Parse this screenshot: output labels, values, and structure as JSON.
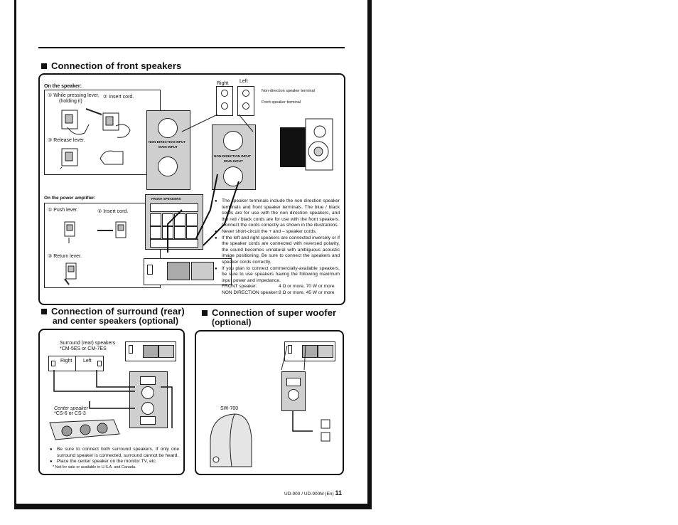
{
  "front": {
    "title": "Connection of front speakers",
    "on_speaker": "On the speaker:",
    "step1": "① While pressing lever,",
    "step1b": "(holding it)",
    "step2": "② Insert cord.",
    "step3": "③ Release lever.",
    "on_amp": "On the power amplifier:",
    "amp1": "① Push lever.",
    "amp2": "② Insert cord.",
    "amp3": "③ Return lever.",
    "right": "Right",
    "left": "Left",
    "nondir_terminal": "Non-direction speaker terminal",
    "front_terminal": "Front speaker terminal",
    "nondir_input": "NON-DIRECTION INPUT",
    "main_input": "MAIN INPUT",
    "front_label": "FRONT SPEAKERS",
    "bullets": [
      "The speaker terminals include the non direction speaker terminals and front speaker terminals. The blue / black cords are for use with the non direction speakers, and the red / black cords are for use with the front speakers. Connect the cords correctly as shown in the illustrations.",
      "Never short-circuit the + and – speaker cords.",
      "If the left and right speakers are connected inversely or if the speaker cords are connected with reversed polarity, the sound becomes unnatural with ambiguous acoustic image positioning. Be sure to connect the speakers and speaker cords correctly.",
      "If you plan to connect commercially-available speakers, be sure to use speakers having the following maximum input power and impedance."
    ],
    "spec_front_label": "FRONT speaker:",
    "spec_front_value": "4 Ω or more, 70 W or more",
    "spec_nondir_label": "NON DIRECTION speaker:",
    "spec_nondir_value": "8 Ω or more, 45 W or more"
  },
  "surround": {
    "title_line1": "Connection of surround (rear)",
    "title_line2": "and center speakers (optional)",
    "surround_label": "Surround (rear) speakers",
    "surround_models": "*CM-5ES or CM-7ES",
    "right": "Right",
    "left": "Left",
    "center_label": "Center speaker",
    "center_models": "*CS-6 or CS-3",
    "bullets": [
      "Be sure to connect both surround speakers. If only one surround speaker is connected, surround cannot be heard.",
      "Place the center speaker on the monitor TV, etc."
    ],
    "footnote": "* Not for sale or available in U.S.A. and Canada."
  },
  "woofer": {
    "title_line1": "Connection of super woofer",
    "title_line2": "(optional)",
    "model": "SW-700"
  },
  "footer": {
    "model_text": "UD-900 / UD-900M (En)",
    "page_number": "11"
  }
}
